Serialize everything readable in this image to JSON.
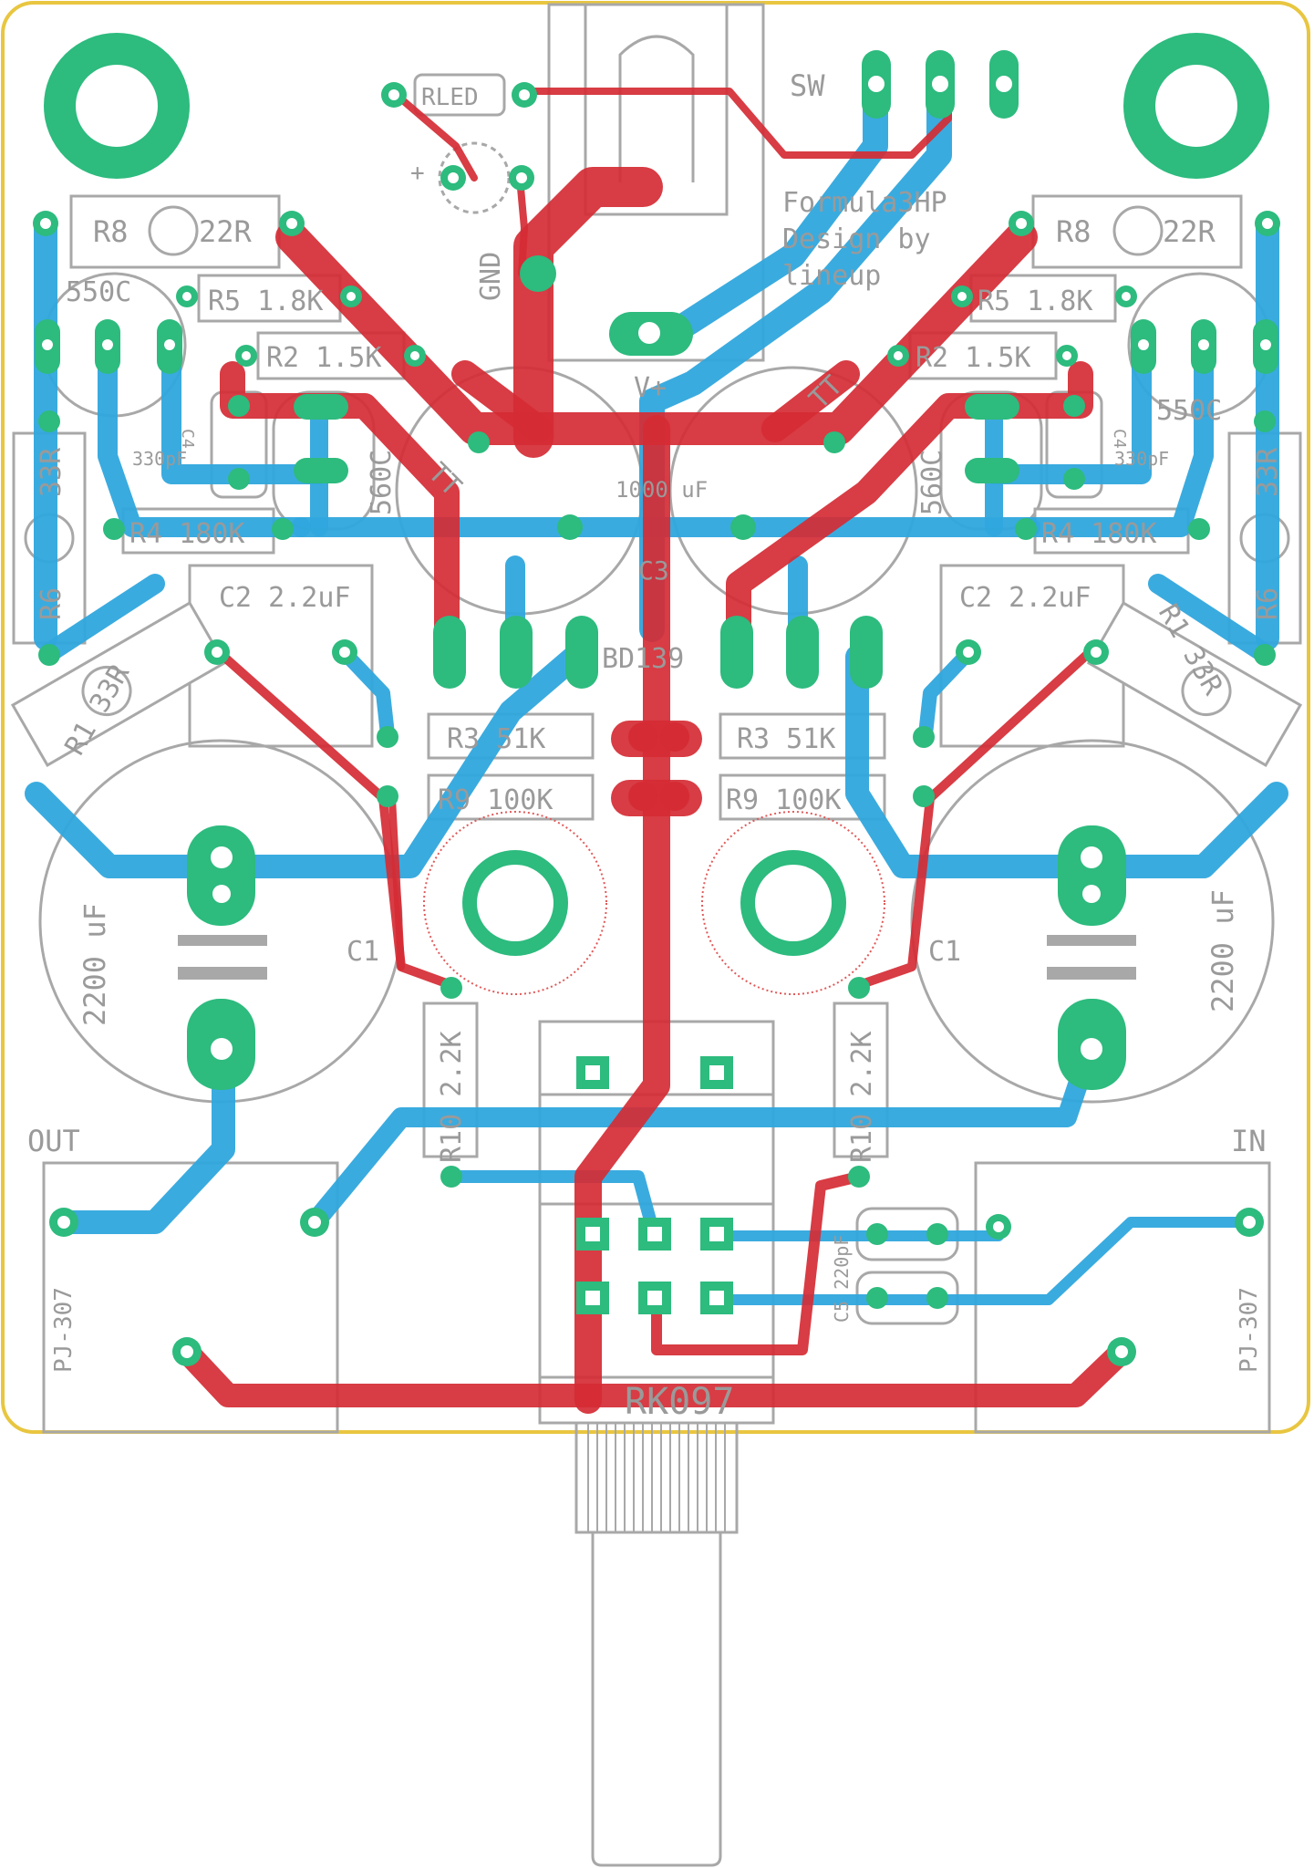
{
  "board": {
    "title_lines": [
      "Formula3HP",
      "Design by",
      "lineup"
    ],
    "colors": {
      "outline": "#e8c640",
      "silkscreen": "#a8a8a8",
      "top_copper": "#d52b34",
      "bottom_copper": "#2fa6dd",
      "pads": "#2dbb7e"
    }
  },
  "labels": {
    "rled": "RLED",
    "plus": "+",
    "gnd": "GND",
    "sw": "SW",
    "vplus": "V+",
    "r8_left": "R8",
    "r8_left_val": "22R",
    "r8_right": "R8",
    "r8_right_val": "22R",
    "r5_left": "R5 1.8K",
    "r5_right": "R5 1.8K",
    "r2_left": "R2 1.5K",
    "r2_right": "R2 1.5K",
    "q550_left": "550C",
    "q550_right": "550C",
    "c4_left": "C4",
    "c4_left_val": "330pF",
    "c4_right": "C4",
    "c4_right_val": "330pF",
    "q560_left": "560C",
    "q560_right": "560C",
    "tt_left": "TT",
    "tt_right": "TT",
    "cap_center": "1000 uF",
    "c3": "C3",
    "r4_left": "R4 180K",
    "r4_right": "R4 180K",
    "r6_left": "R6",
    "r6_left_val": "33R",
    "r6_right": "R6",
    "r6_right_val": "33R",
    "c2_left": "C2 2.2uF",
    "c2_right": "C2 2.2uF",
    "r1_left": "R1 33R",
    "r1_right": "R1 33R",
    "bd139": "BD139",
    "r3_left": "R3 51K",
    "r3_right": "R3 51K",
    "r9_left": "R9 100K",
    "r9_right": "R9 100K",
    "c1_left": "C1",
    "c1_right": "C1",
    "c1_left_val": "2200 uF",
    "c1_right_val": "2200 uF",
    "r10_left": "R10 2.2K",
    "r10_right": "R10 2.2K",
    "out": "OUT",
    "in": "IN",
    "pj307_left": "PJ-307",
    "pj307_right": "PJ-307",
    "c5": "C5 220pF",
    "rk097": "RK097"
  }
}
